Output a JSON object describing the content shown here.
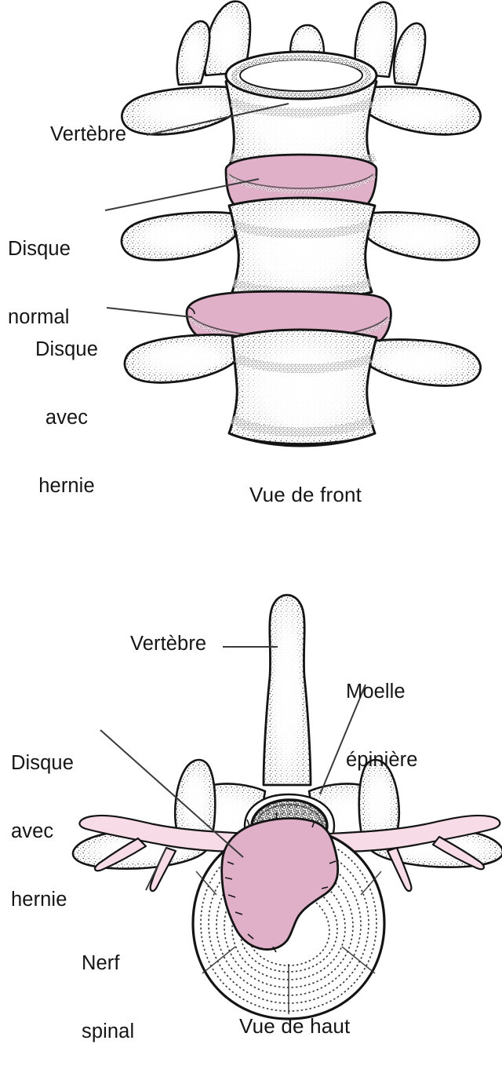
{
  "figure": {
    "title_implicit": "Hernie discale",
    "language": "fr",
    "background_color": "#ffffff",
    "ink_color": "#111111",
    "disc_pink": "#e0b0c8",
    "nerve_pink": "#f7dbe6",
    "leader_color": "#3a3a3a"
  },
  "panels": [
    {
      "id": "frontal",
      "caption": "Vue de front",
      "labels": [
        {
          "id": "vertebre",
          "text": "Vertèbre",
          "lines": [
            "Vertèbre"
          ]
        },
        {
          "id": "disque_normal",
          "text": "Disque normal",
          "lines": [
            "Disque",
            "normal"
          ]
        },
        {
          "id": "disque_hernie",
          "text": "Disque avec hernie",
          "lines": [
            "Disque",
            "avec",
            "hernie"
          ]
        }
      ]
    },
    {
      "id": "axial",
      "caption": "Vue de haut",
      "labels": [
        {
          "id": "vertebre",
          "text": "Vertèbre",
          "lines": [
            "Vertèbre"
          ]
        },
        {
          "id": "moelle",
          "text": "Moelle épinière",
          "lines": [
            "Moelle",
            "épinière"
          ]
        },
        {
          "id": "disque_hernie",
          "text": "Disque avec hernie",
          "lines": [
            "Disque",
            "avec",
            "hernie"
          ]
        },
        {
          "id": "nerf_spinal",
          "text": "Nerf spinal",
          "lines": [
            "Nerf",
            "spinal"
          ]
        }
      ]
    }
  ],
  "labels": {
    "vertebre_front": "Vertèbre",
    "disque_normal_l1": "Disque",
    "disque_normal_l2": "normal",
    "disque_hernie_front_l1": "Disque",
    "disque_hernie_front_l2": "avec",
    "disque_hernie_front_l3": "hernie",
    "caption_front": "Vue de front",
    "vertebre_axial": "Vertèbre",
    "moelle_l1": "Moelle",
    "moelle_l2": "épinière",
    "disque_hernie_axial_l1": "Disque",
    "disque_hernie_axial_l2": "avec",
    "disque_hernie_axial_l3": "hernie",
    "nerf_l1": "Nerf",
    "nerf_l2": "spinal",
    "caption_haut": "Vue de haut"
  }
}
